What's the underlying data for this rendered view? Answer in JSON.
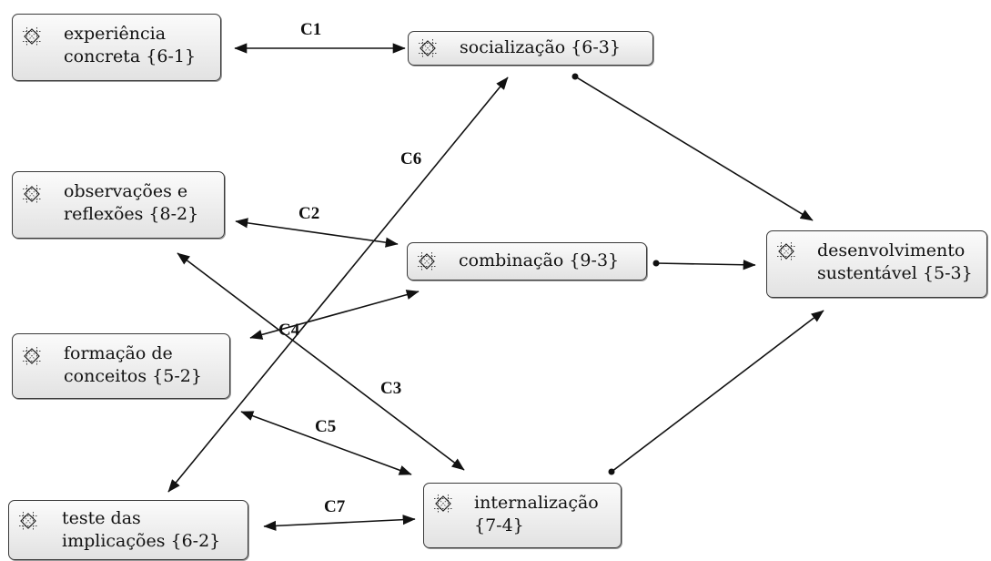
{
  "nodes": {
    "experiencia": {
      "label": "experiência\nconcreta {6-1}"
    },
    "socializacao": {
      "label": "socialização {6-3}"
    },
    "observacoes": {
      "label": "observações e\nreflexões {8-2}"
    },
    "combinacao": {
      "label": "combinação {9-3}"
    },
    "desenvolvimento": {
      "label": "desenvolvimento\nsustentável {5-3}"
    },
    "formacao": {
      "label": "formação de\nconceitos {5-2}"
    },
    "internalizacao": {
      "label": "internalização\n{7-4}"
    },
    "teste": {
      "label": "teste das\nimplicações {6-2}"
    }
  },
  "connections": {
    "c1": "C1",
    "c2": "C2",
    "c3": "C3",
    "c4": "C4",
    "c5": "C5",
    "c6": "C6",
    "c7": "C7"
  },
  "node_icon": "network-node-icon",
  "colors": {
    "line": "#111111",
    "node_border": "#3a3a3a"
  }
}
